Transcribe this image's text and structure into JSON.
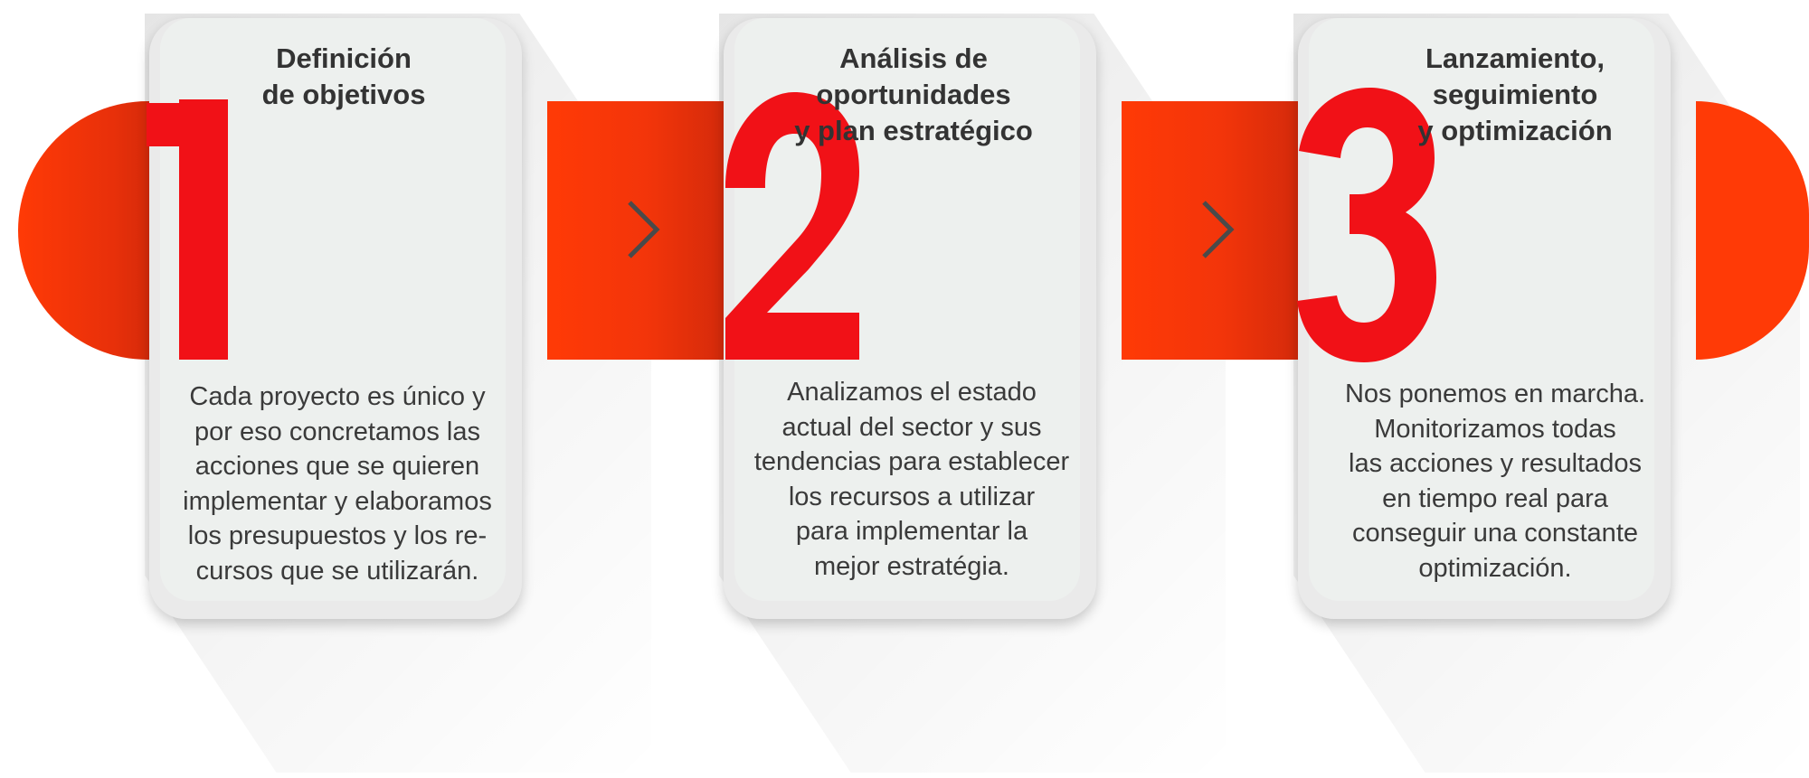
{
  "steps": [
    {
      "number": "1",
      "title": "Definición\nde objetivos",
      "text": "Cada proyecto es único y\npor eso concretamos las\nacciones que se quieren\nimplementar y elaboramos\nlos presupuestos y los re-\ncursos que se utilizarán."
    },
    {
      "number": "2",
      "title": "Análisis de\noportunidades\ny plan estratégico",
      "text": "Analizamos el estado\nactual del sector y sus\ntendencias para establecer\nlos recursos a utilizar\npara implementar la\nmejor estratégia."
    },
    {
      "number": "3",
      "title": "Lanzamiento,\nseguimiento\ny optimización",
      "text": "Nos ponemos en marcha.\nMonitorizamos todas\nlas acciones y resultados\nen tiempo real para\nconseguir una constante\noptimización."
    }
  ],
  "icons": {
    "arrow": "chevron-right-icon"
  },
  "colors": {
    "band": "#ff3a06",
    "number": "#f11117",
    "card": "#edf0ee",
    "text": "#333333",
    "chevron": "#4a4a4a"
  }
}
